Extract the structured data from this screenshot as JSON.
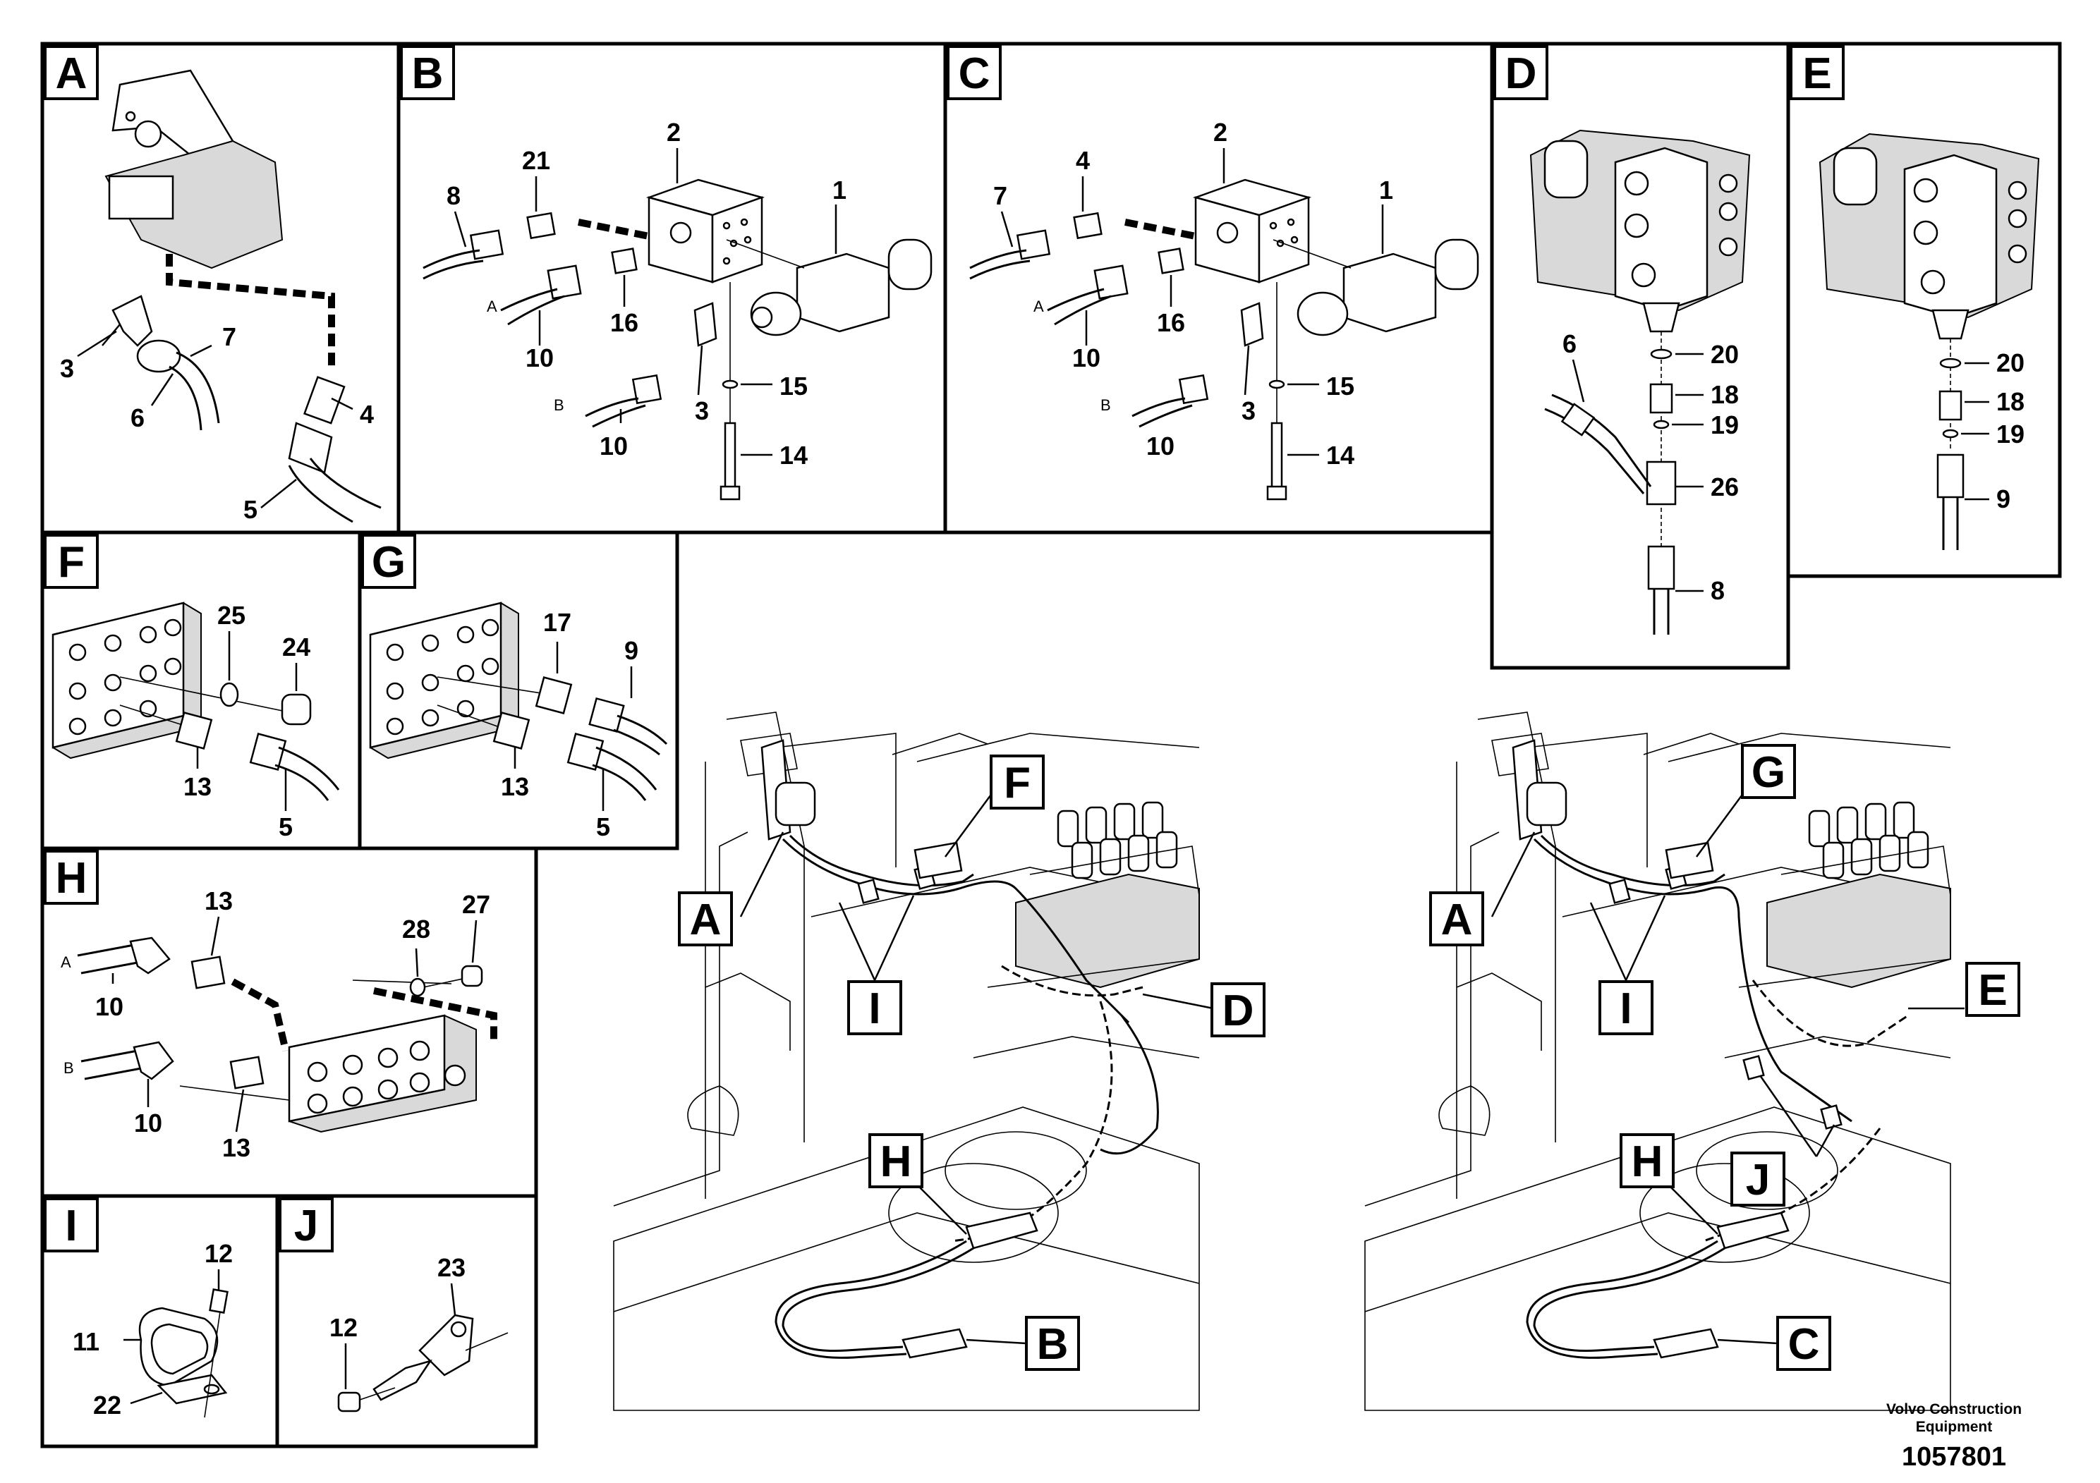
{
  "panels": {
    "A": {
      "letter": "A",
      "numbers": [
        "3",
        "7",
        "6",
        "4",
        "5"
      ]
    },
    "B": {
      "letter": "B",
      "numbers": [
        "2",
        "1",
        "21",
        "8",
        "16",
        "10",
        "3",
        "15",
        "10",
        "14"
      ],
      "ports": [
        "A",
        "B"
      ]
    },
    "C": {
      "letter": "C",
      "numbers": [
        "2",
        "1",
        "4",
        "7",
        "16",
        "10",
        "3",
        "15",
        "10",
        "14"
      ],
      "ports": [
        "A",
        "B"
      ]
    },
    "D": {
      "letter": "D",
      "numbers": [
        "6",
        "20",
        "18",
        "19",
        "26",
        "8"
      ]
    },
    "E": {
      "letter": "E",
      "numbers": [
        "20",
        "18",
        "19",
        "9"
      ]
    },
    "F": {
      "letter": "F",
      "numbers": [
        "25",
        "24",
        "13",
        "5"
      ]
    },
    "G": {
      "letter": "G",
      "numbers": [
        "17",
        "9",
        "13",
        "5"
      ]
    },
    "H": {
      "letter": "H",
      "numbers": [
        "13",
        "28",
        "27",
        "10",
        "10",
        "13"
      ],
      "ports": [
        "A",
        "B"
      ]
    },
    "I": {
      "letter": "I",
      "numbers": [
        "12",
        "11",
        "22"
      ]
    },
    "J": {
      "letter": "J",
      "numbers": [
        "23",
        "12"
      ]
    }
  },
  "overview_left": {
    "callouts": [
      "A",
      "F",
      "I",
      "D",
      "H",
      "B"
    ]
  },
  "overview_right": {
    "callouts": [
      "A",
      "G",
      "I",
      "E",
      "H",
      "J",
      "C"
    ]
  },
  "footer": {
    "company_line1": "Volvo Construction",
    "company_line2": "Equipment",
    "drawing_number": "1057801"
  },
  "colors": {
    "line": "#000000",
    "fill": "#ffffff",
    "shade": "#d9d9d9"
  }
}
